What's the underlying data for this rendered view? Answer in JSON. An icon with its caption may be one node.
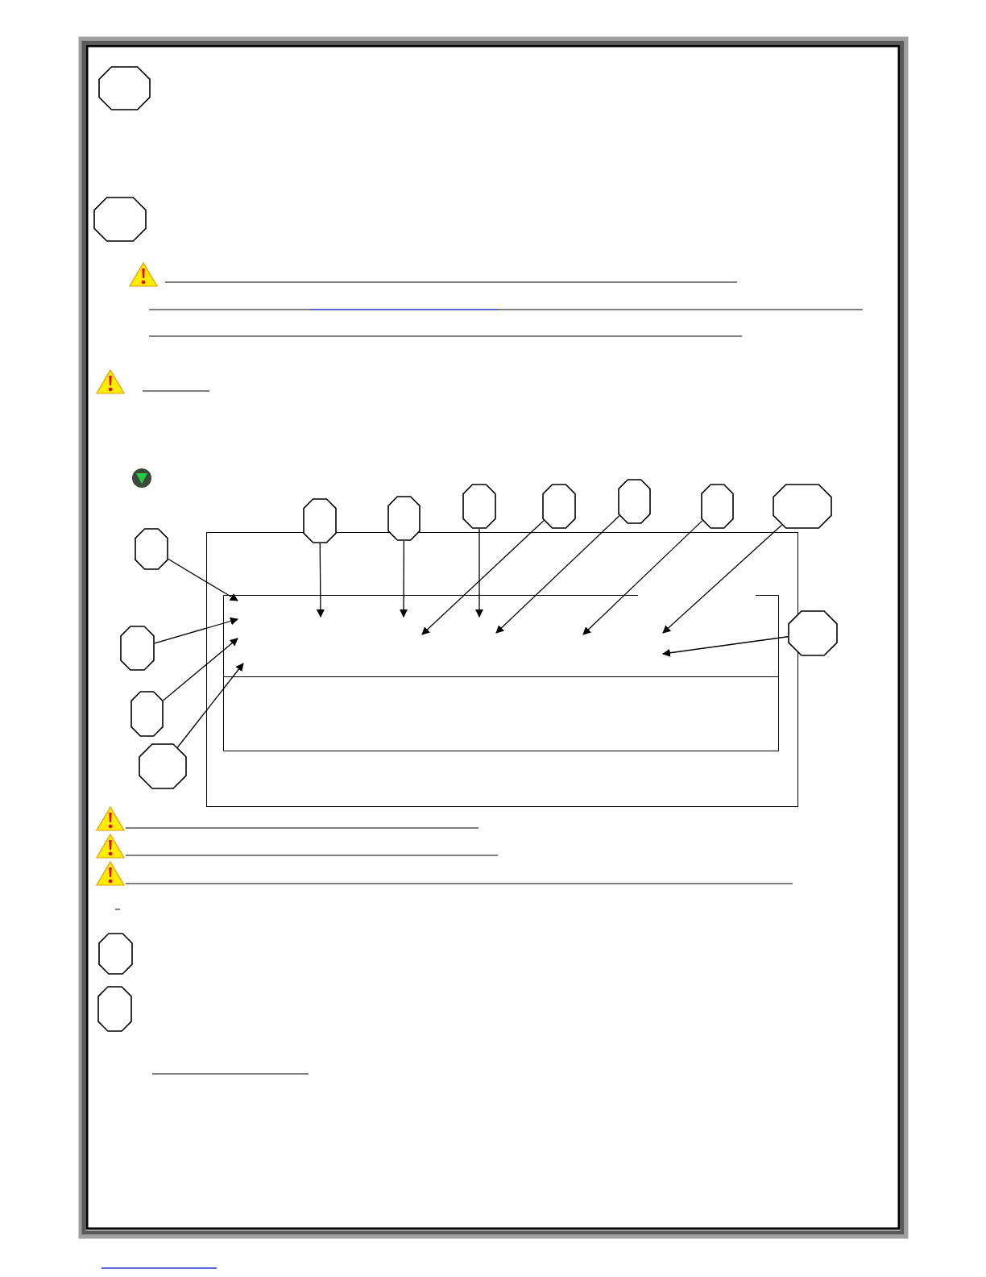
{
  "diagram": {
    "nodes": [
      {
        "text": [],
        "shape": "octagon"
      },
      {
        "text": [],
        "shape": "octagon"
      },
      {
        "text": [],
        "shape": "octagon"
      },
      {
        "text": [],
        "shape": "octagon"
      },
      {
        "text": [],
        "shape": "octagon"
      },
      {
        "text": [],
        "shape": "octagon"
      },
      {
        "text": [],
        "shape": "octagon"
      },
      {
        "text": [],
        "shape": "octagon"
      },
      {
        "text": [],
        "shape": "octagon"
      },
      {
        "text": [],
        "shape": "octagon"
      },
      {
        "text": [],
        "shape": "octagon"
      },
      {
        "text": [],
        "shape": "octagon"
      },
      {
        "text": [],
        "shape": "octagon"
      },
      {
        "text": [],
        "shape": "octagon"
      },
      {
        "text": [],
        "shape": "octagon"
      },
      {
        "text": [],
        "shape": "octagon"
      }
    ],
    "edges": [
      {
        "from": 2,
        "to": null,
        "arrow": "to"
      },
      {
        "from": 3,
        "to": null,
        "arrow": "to"
      },
      {
        "from": 4,
        "to": null,
        "arrow": "to"
      },
      {
        "from": 5,
        "to": null,
        "arrow": "to"
      },
      {
        "from": 6,
        "to": null,
        "arrow": "to"
      },
      {
        "from": 7,
        "to": null,
        "arrow": "to"
      },
      {
        "from": 8,
        "to": null,
        "arrow": "to"
      },
      {
        "from": 9,
        "to": null,
        "arrow": "to"
      },
      {
        "from": 10,
        "to": null,
        "arrow": "to"
      },
      {
        "from": 11,
        "to": null,
        "arrow": "to"
      },
      {
        "from": 12,
        "to": null,
        "arrow": "to"
      },
      {
        "from": 13,
        "to": null,
        "arrow": "to"
      }
    ]
  }
}
